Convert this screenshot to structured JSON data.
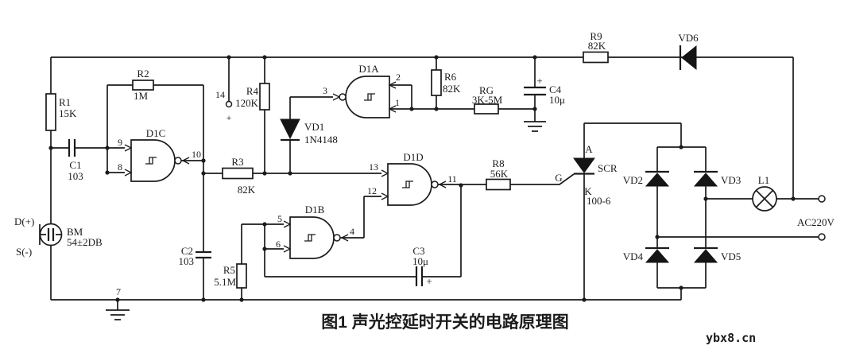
{
  "figure": {
    "caption": "图1  声光控延时开关的电路原理图",
    "watermark": "ybx8.cn"
  },
  "ic_gates": {
    "d1a": {
      "label": "D1A"
    },
    "d1b": {
      "label": "D1B"
    },
    "d1c": {
      "label": "D1C"
    },
    "d1d": {
      "label": "D1D"
    }
  },
  "pins": {
    "p1": "1",
    "p2": "2",
    "p3": "3",
    "p4": "4",
    "p5": "5",
    "p6": "6",
    "p7": "7",
    "p8": "8",
    "p9": "9",
    "p10": "10",
    "p11": "11",
    "p12": "12",
    "p13": "13",
    "p14": "14",
    "supply_plus": "+"
  },
  "resistors": {
    "r1": {
      "ref": "R1",
      "value": "15K"
    },
    "r2": {
      "ref": "R2",
      "value": "1M"
    },
    "r3": {
      "ref": "R3",
      "value": "82K"
    },
    "r4": {
      "ref": "R4",
      "value": "120K"
    },
    "r5": {
      "ref": "R5",
      "value": "5.1M"
    },
    "r6": {
      "ref": "R6",
      "value": "82K"
    },
    "r8": {
      "ref": "R8",
      "value": "56K"
    },
    "r9": {
      "ref": "R9",
      "value": "82K"
    },
    "rg": {
      "ref": "RG",
      "value": "3K-5M"
    }
  },
  "capacitors": {
    "c1": {
      "ref": "C1",
      "value": "103"
    },
    "c2": {
      "ref": "C2",
      "value": "103"
    },
    "c3": {
      "ref": "C3",
      "value": "10μ",
      "polarity": "+"
    },
    "c4": {
      "ref": "C4",
      "value": "10μ",
      "polarity": "+"
    }
  },
  "diodes": {
    "vd1": {
      "ref": "VD1",
      "value": "1N4148"
    },
    "vd2": {
      "ref": "VD2"
    },
    "vd3": {
      "ref": "VD3"
    },
    "vd4": {
      "ref": "VD4"
    },
    "vd5": {
      "ref": "VD5"
    },
    "vd6": {
      "ref": "VD6"
    }
  },
  "scr": {
    "ref": "SCR",
    "value": "100-6",
    "anode": "A",
    "cathode": "K",
    "gate": "G"
  },
  "microphone": {
    "ref": "BM",
    "value": "54±2DB",
    "drain": "D(+)",
    "source": "S(-)"
  },
  "lamp": {
    "ref": "L1"
  },
  "power": {
    "ac": "AC220V"
  }
}
